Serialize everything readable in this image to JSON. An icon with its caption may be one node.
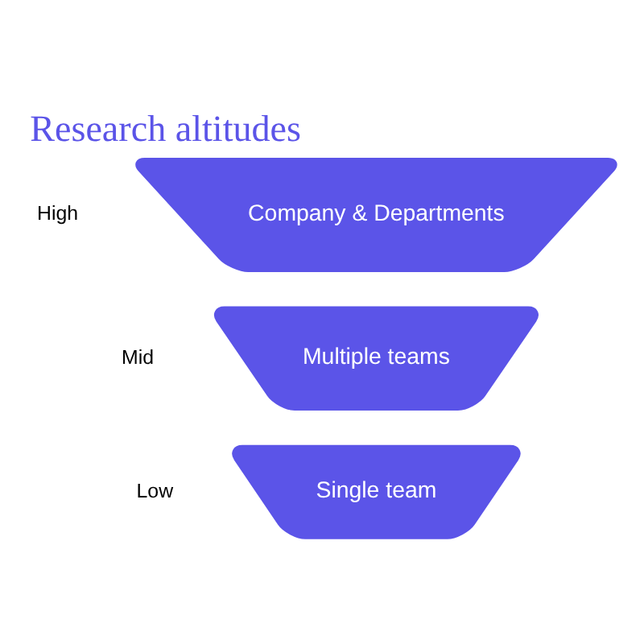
{
  "diagram": {
    "title": "Research altitudes",
    "nodes": [
      {
        "text": [
          "Company & Departments"
        ],
        "beside": [
          "High"
        ]
      },
      {
        "text": [
          "Multiple teams"
        ],
        "beside": [
          "Mid"
        ]
      },
      {
        "text": [
          "Single team"
        ],
        "beside": [
          "Low"
        ]
      }
    ],
    "edges": []
  }
}
